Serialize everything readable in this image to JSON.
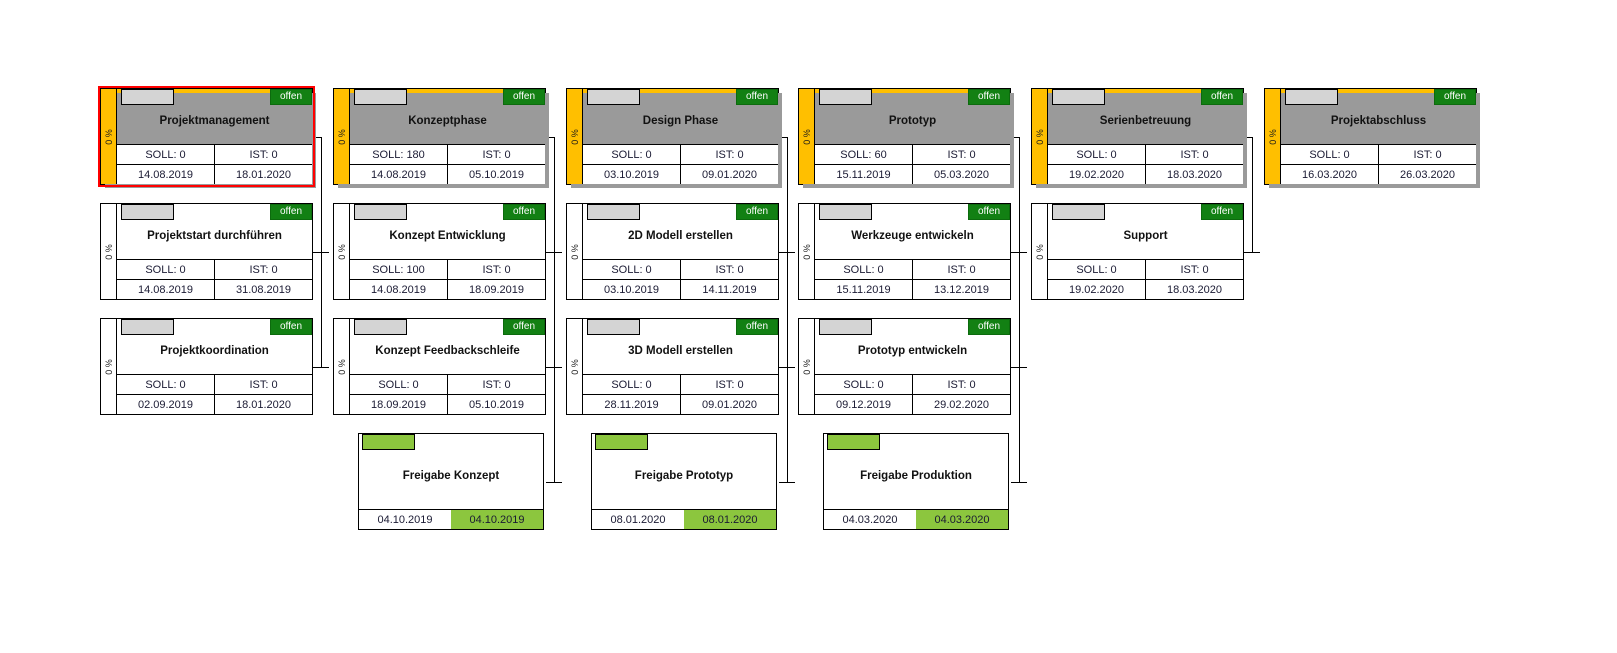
{
  "labels": {
    "strip_text": "0 %",
    "soll_prefix": "SOLL:",
    "ist_prefix": "IST:",
    "status_open": "offen"
  },
  "colors": {
    "phase_fill": "#FFBF00",
    "status_green": "#128013",
    "milestone_green": "#8CC63E",
    "critical_outline": "#FF0000",
    "chip_grey": "#D4D4D4"
  },
  "columns": [
    {
      "id": "col-1",
      "cards": [
        {
          "type": "phase",
          "title": "Projektmanagement",
          "status": "offen",
          "progress": "0 %",
          "soll": "SOLL: 0",
          "ist": "IST: 0",
          "start": "14.08.2019",
          "end": "18.01.2020",
          "critical": true
        },
        {
          "type": "task",
          "title": "Projektstart durchführen",
          "status": "offen",
          "progress": "0 %",
          "soll": "SOLL: 0",
          "ist": "IST: 0",
          "start": "14.08.2019",
          "end": "31.08.2019",
          "critical": false
        },
        {
          "type": "task",
          "title": "Projektkoordination",
          "status": "offen",
          "progress": "0 %",
          "soll": "SOLL: 0",
          "ist": "IST: 0",
          "start": "02.09.2019",
          "end": "18.01.2020",
          "critical": false
        }
      ]
    },
    {
      "id": "col-2",
      "cards": [
        {
          "type": "phase",
          "title": "Konzeptphase",
          "status": "offen",
          "progress": "0 %",
          "soll": "SOLL: 180",
          "ist": "IST: 0",
          "start": "14.08.2019",
          "end": "05.10.2019",
          "critical": false
        },
        {
          "type": "task",
          "title": "Konzept Entwicklung",
          "status": "offen",
          "progress": "0 %",
          "soll": "SOLL: 100",
          "ist": "IST: 0",
          "start": "14.08.2019",
          "end": "18.09.2019",
          "critical": false
        },
        {
          "type": "task",
          "title": "Konzept Feedbackschleife",
          "status": "offen",
          "progress": "0 %",
          "soll": "SOLL: 0",
          "ist": "IST: 0",
          "start": "18.09.2019",
          "end": "05.10.2019",
          "critical": false
        },
        {
          "type": "milestone",
          "title": "Freigabe Konzept",
          "date_left": "04.10.2019",
          "date_right": "04.10.2019"
        }
      ]
    },
    {
      "id": "col-3",
      "cards": [
        {
          "type": "phase",
          "title": "Design Phase",
          "status": "offen",
          "progress": "0 %",
          "soll": "SOLL: 0",
          "ist": "IST: 0",
          "start": "03.10.2019",
          "end": "09.01.2020",
          "critical": false
        },
        {
          "type": "task",
          "title": "2D Modell erstellen",
          "status": "offen",
          "progress": "0 %",
          "soll": "SOLL: 0",
          "ist": "IST: 0",
          "start": "03.10.2019",
          "end": "14.11.2019",
          "critical": false
        },
        {
          "type": "task",
          "title": "3D Modell erstellen",
          "status": "offen",
          "progress": "0 %",
          "soll": "SOLL: 0",
          "ist": "IST: 0",
          "start": "28.11.2019",
          "end": "09.01.2020",
          "critical": false
        },
        {
          "type": "milestone",
          "title": "Freigabe Prototyp",
          "date_left": "08.01.2020",
          "date_right": "08.01.2020"
        }
      ]
    },
    {
      "id": "col-4",
      "cards": [
        {
          "type": "phase",
          "title": "Prototyp",
          "status": "offen",
          "progress": "0 %",
          "soll": "SOLL: 60",
          "ist": "IST: 0",
          "start": "15.11.2019",
          "end": "05.03.2020",
          "critical": false
        },
        {
          "type": "task",
          "title": "Werkzeuge entwickeln",
          "status": "offen",
          "progress": "0 %",
          "soll": "SOLL: 0",
          "ist": "IST: 0",
          "start": "15.11.2019",
          "end": "13.12.2019",
          "critical": false
        },
        {
          "type": "task",
          "title": "Prototyp entwickeln",
          "status": "offen",
          "progress": "0 %",
          "soll": "SOLL: 0",
          "ist": "IST: 0",
          "start": "09.12.2019",
          "end": "29.02.2020",
          "critical": false
        },
        {
          "type": "milestone",
          "title": "Freigabe Produktion",
          "date_left": "04.03.2020",
          "date_right": "04.03.2020"
        }
      ]
    },
    {
      "id": "col-5",
      "cards": [
        {
          "type": "phase",
          "title": "Serienbetreuung",
          "status": "offen",
          "progress": "0 %",
          "soll": "SOLL: 0",
          "ist": "IST: 0",
          "start": "19.02.2020",
          "end": "18.03.2020",
          "critical": false
        },
        {
          "type": "task",
          "title": "Support",
          "status": "offen",
          "progress": "0 %",
          "soll": "SOLL: 0",
          "ist": "IST: 0",
          "start": "19.02.2020",
          "end": "18.03.2020",
          "critical": false
        }
      ]
    },
    {
      "id": "col-6",
      "cards": [
        {
          "type": "phase",
          "title": "Projektabschluss",
          "status": "offen",
          "progress": "0 %",
          "soll": "SOLL: 0",
          "ist": "IST: 0",
          "start": "16.03.2020",
          "end": "26.03.2020",
          "critical": false
        }
      ]
    }
  ]
}
